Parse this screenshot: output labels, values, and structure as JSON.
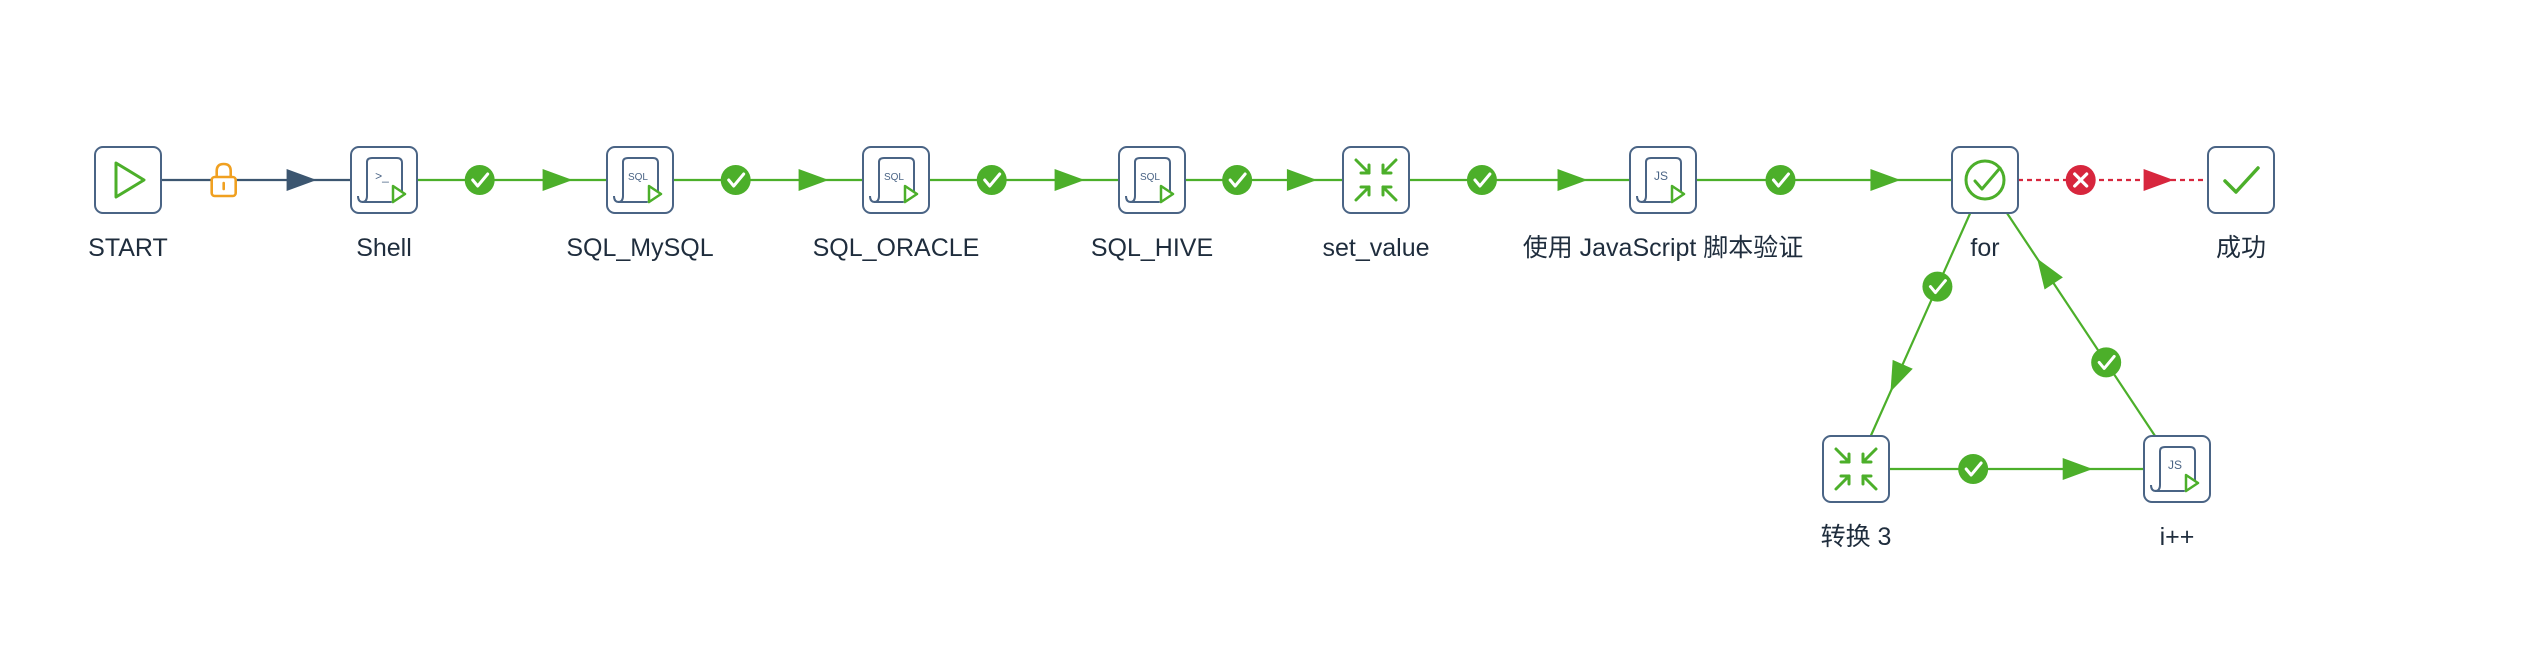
{
  "diagram": {
    "nodes": [
      {
        "id": "start",
        "label": "START",
        "icon": "play-icon"
      },
      {
        "id": "shell",
        "label": "Shell",
        "icon": "shell-script-icon"
      },
      {
        "id": "mysql",
        "label": "SQL_MySQL",
        "icon": "sql-script-icon"
      },
      {
        "id": "oracle",
        "label": "SQL_ORACLE",
        "icon": "sql-script-icon"
      },
      {
        "id": "hive",
        "label": "SQL_HIVE",
        "icon": "sql-script-icon"
      },
      {
        "id": "setval",
        "label": "set_value",
        "icon": "transform-icon"
      },
      {
        "id": "js",
        "label": "使用 JavaScript 脚本验证",
        "icon": "js-script-icon"
      },
      {
        "id": "for",
        "label": "for",
        "icon": "check-circle-icon"
      },
      {
        "id": "success",
        "label": "成功",
        "icon": "checkmark-icon"
      },
      {
        "id": "trans3",
        "label": "转换 3",
        "icon": "transform-icon"
      },
      {
        "id": "inc",
        "label": "i++",
        "icon": "js-script-icon"
      }
    ],
    "hops": [
      {
        "from": "start",
        "to": "shell",
        "type": "unconditional",
        "badge": "lock-icon"
      },
      {
        "from": "shell",
        "to": "mysql",
        "type": "success",
        "badge": "success-check-icon"
      },
      {
        "from": "mysql",
        "to": "oracle",
        "type": "success",
        "badge": "success-check-icon"
      },
      {
        "from": "oracle",
        "to": "hive",
        "type": "success",
        "badge": "success-check-icon"
      },
      {
        "from": "hive",
        "to": "setval",
        "type": "success",
        "badge": "success-check-icon"
      },
      {
        "from": "setval",
        "to": "js",
        "type": "success",
        "badge": "success-check-icon"
      },
      {
        "from": "js",
        "to": "for",
        "type": "success",
        "badge": "success-check-icon"
      },
      {
        "from": "for",
        "to": "success",
        "type": "failure",
        "badge": "failure-x-icon"
      },
      {
        "from": "for",
        "to": "trans3",
        "type": "success",
        "badge": "success-check-icon"
      },
      {
        "from": "trans3",
        "to": "inc",
        "type": "success",
        "badge": "success-check-icon"
      },
      {
        "from": "inc",
        "to": "for",
        "type": "success",
        "badge": "success-check-icon"
      }
    ]
  },
  "colors": {
    "success": "#4caf2a",
    "failure": "#d7263d",
    "unconditional": "#3c5670",
    "lock": "#f0a020",
    "node_border": "#4a6485",
    "label": "#1f2d3d"
  }
}
